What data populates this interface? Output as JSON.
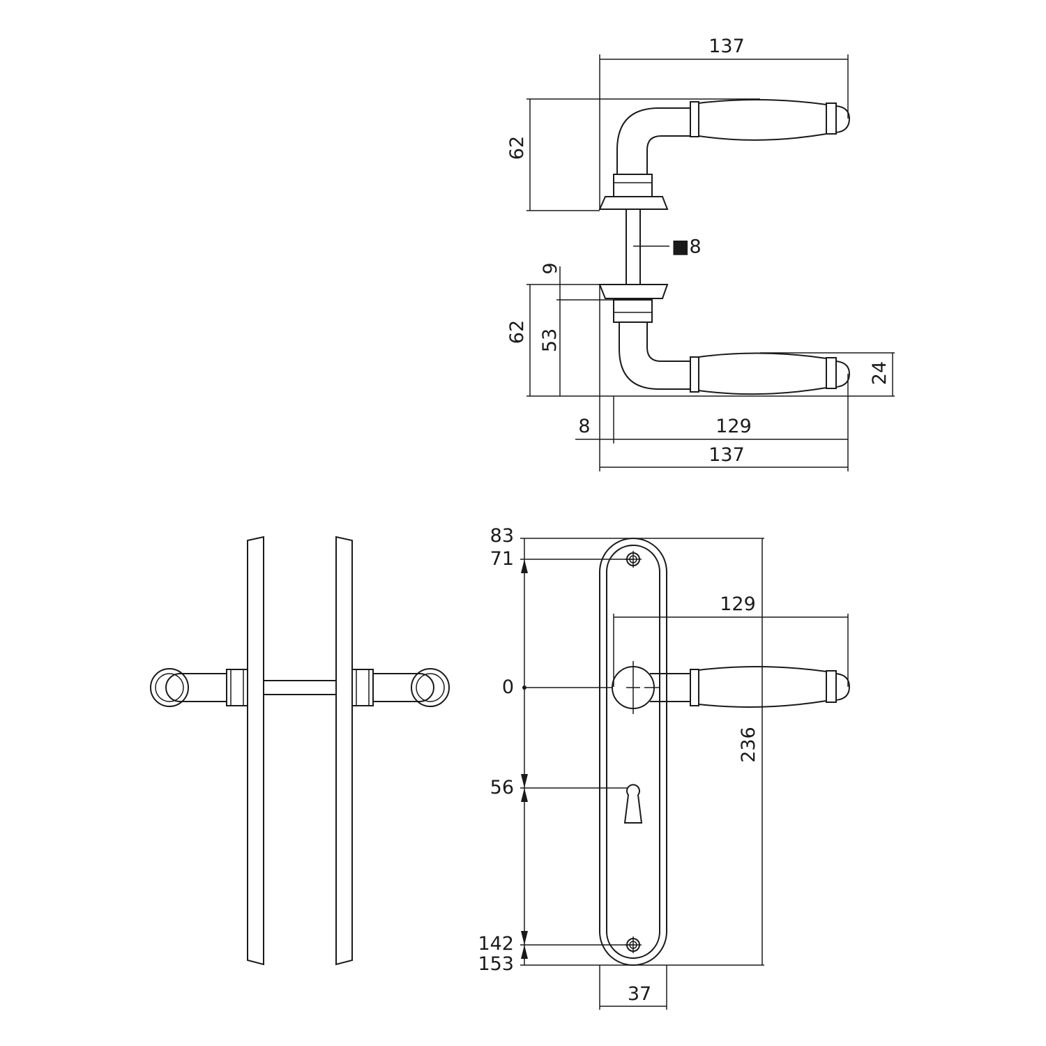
{
  "side_view": {
    "dims": {
      "top_width": "137",
      "top_height": "62",
      "spindle": "■8",
      "rose": "9",
      "bottom_height": "62",
      "inner_height": "53",
      "grip": "24",
      "offset": "8",
      "lever_length": "129",
      "bottom_width": "137"
    }
  },
  "front_view": {
    "dims": {
      "top": "83",
      "screw_top": "71",
      "spindle": "0",
      "keyhole": "56",
      "screw_bottom": "142",
      "bottom": "153",
      "plate_height": "236",
      "lever_length": "129",
      "plate_width": "37"
    }
  }
}
